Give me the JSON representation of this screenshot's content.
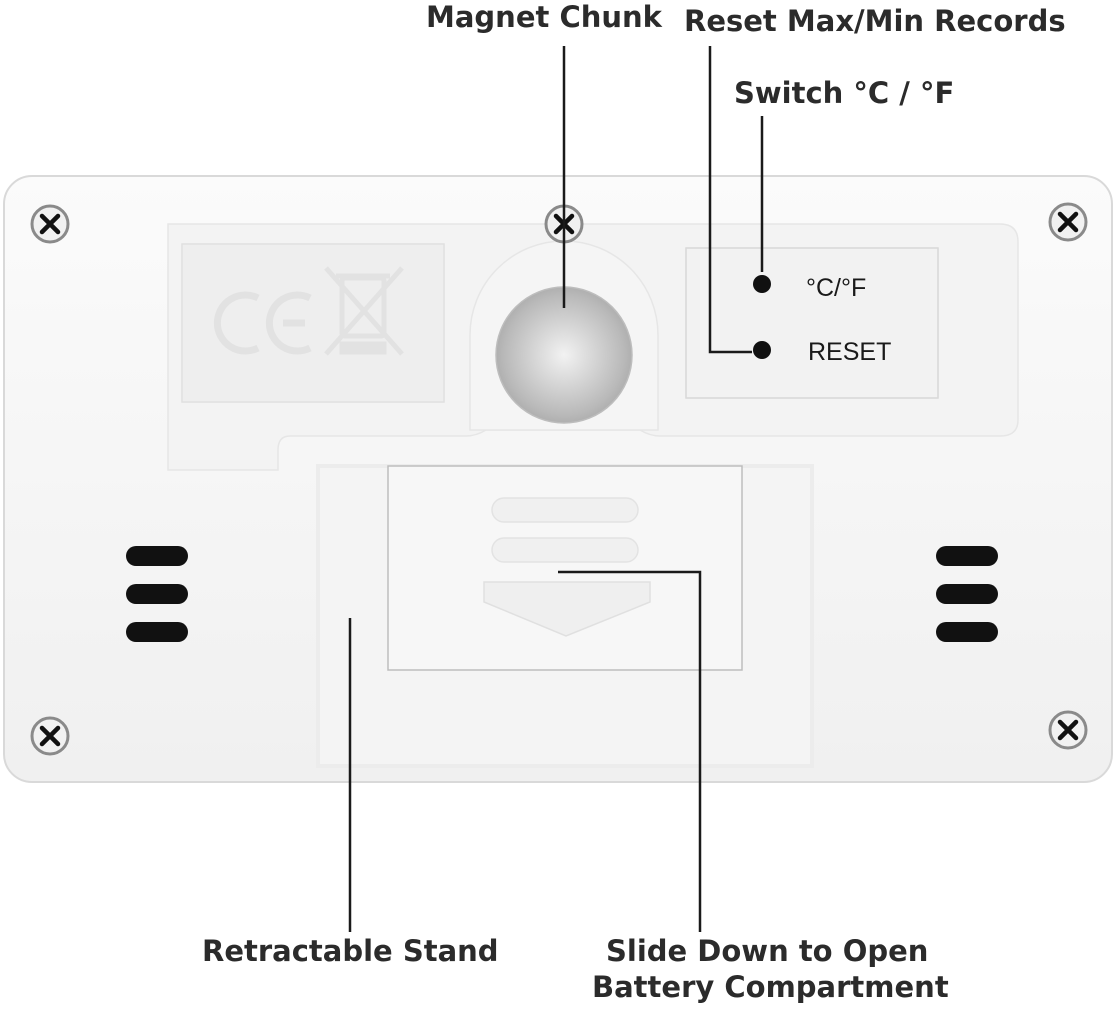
{
  "callouts": {
    "magnet": "Magnet Chunk",
    "reset_records": "Reset Max/Min Records",
    "switch_unit": "Switch °C / °F",
    "stand": "Retractable Stand",
    "battery_line1": "Slide Down to Open",
    "battery_line2": "Battery Compartment"
  },
  "device": {
    "button_unit_label": "°C/°F",
    "button_reset_label": "RESET",
    "embossed_logo": "CE"
  },
  "colors": {
    "housing": "#f6f6f6",
    "text": "#2b2b2b",
    "leader_line": "#1a1a1a",
    "magnet": "#cfcfcf"
  },
  "icons": [
    "screw-icon",
    "ce-mark-icon",
    "crossed-bin-icon",
    "vent-slot-icon",
    "arrow-down-icon"
  ]
}
